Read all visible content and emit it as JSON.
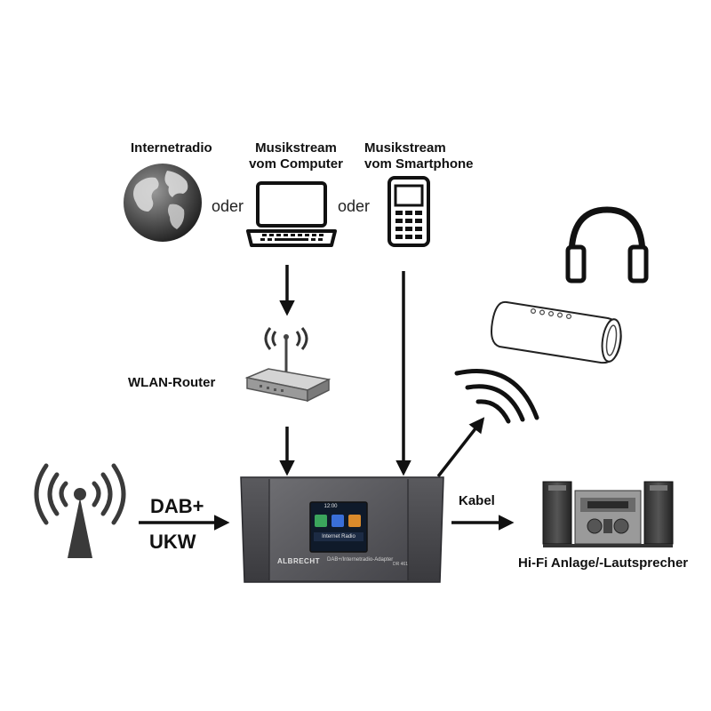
{
  "sources": {
    "internetradio": "Internetradio",
    "computer_line1": "Musikstream",
    "computer_line2": "vom Computer",
    "smartphone_line1": "Musikstream",
    "smartphone_line2": "vom Smartphone",
    "oder_1": "oder",
    "oder_2": "oder"
  },
  "router": {
    "label": "WLAN-Router"
  },
  "broadcast": {
    "dab": "DAB+",
    "ukw": "UKW"
  },
  "output": {
    "cable": "Kabel",
    "hifi": "Hi-Fi Anlage/-Lautsprecher"
  },
  "device": {
    "screen_time": "12:00",
    "screen_title": "Internet Radio",
    "brand": "ALBRECHT",
    "product": "DAB+/Internetradio-Adapter",
    "model": "DR 461"
  },
  "colors": {
    "arrow": "#111111",
    "device_body": "#4a4a4e",
    "screen": "#0f1a2a"
  }
}
